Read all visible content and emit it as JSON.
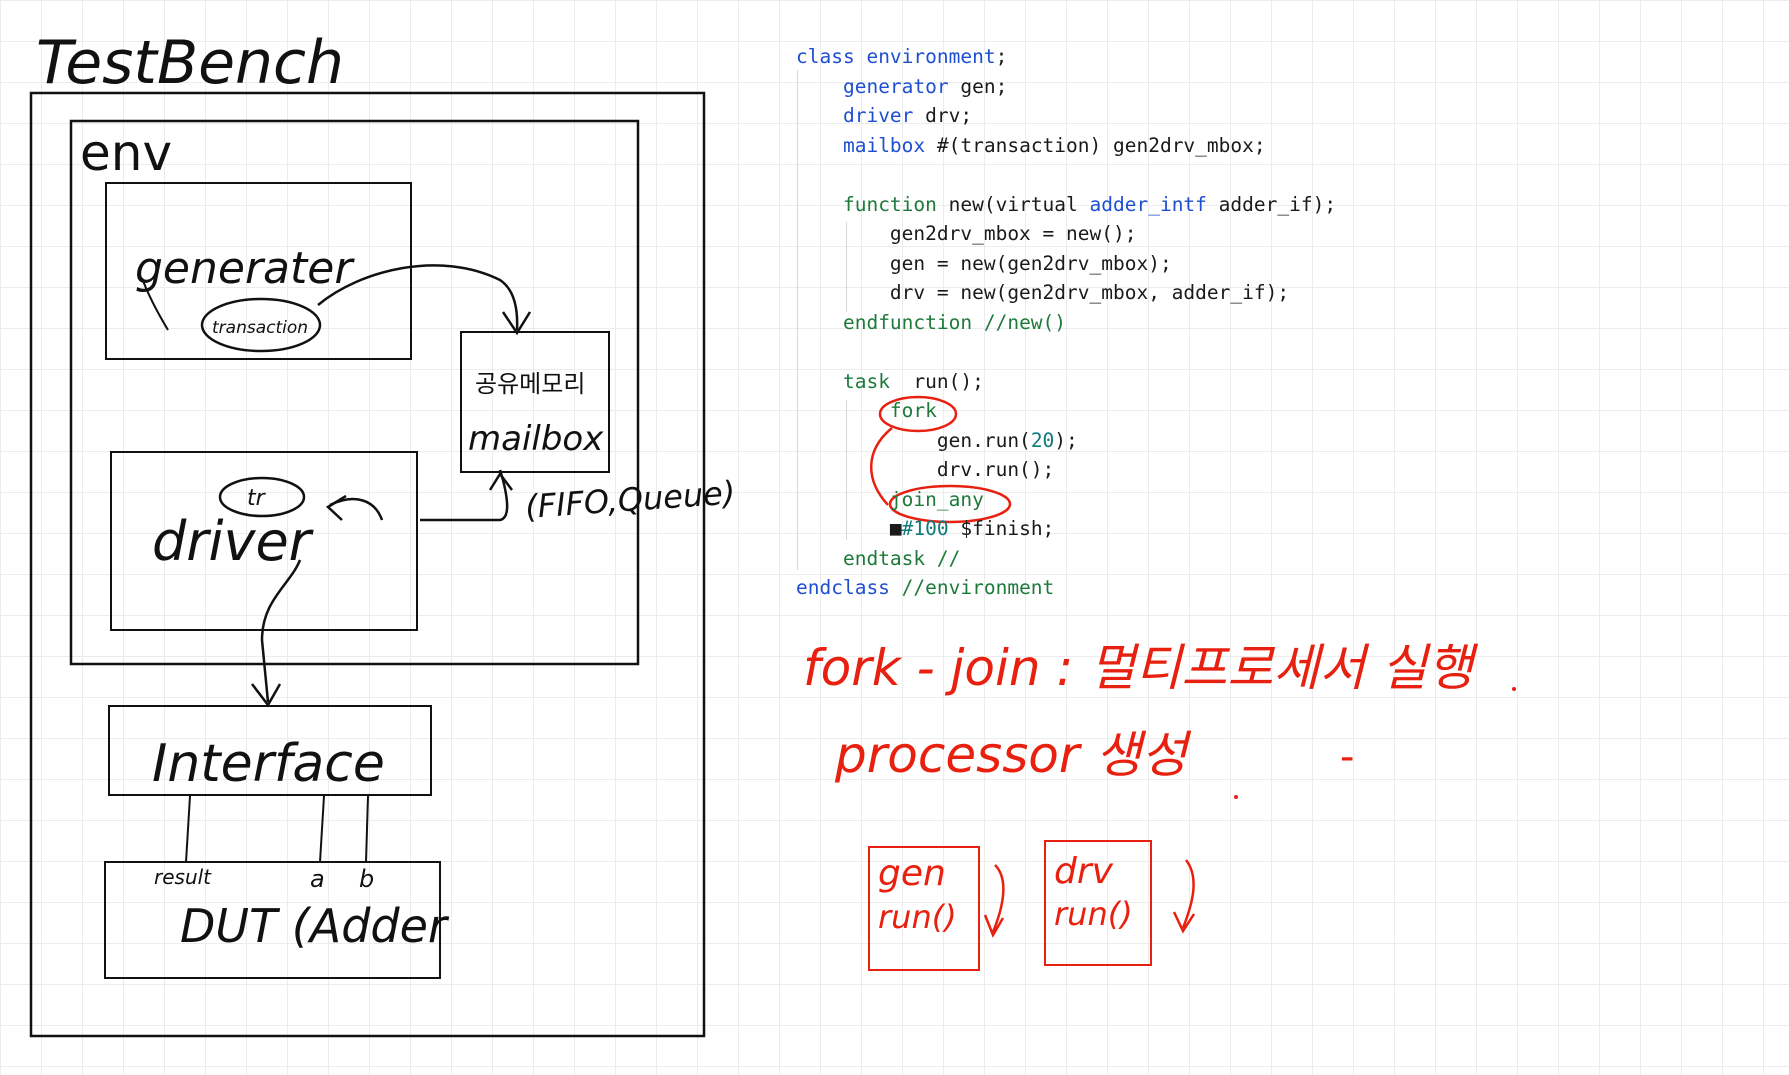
{
  "diagram": {
    "title": "TestBench",
    "env_label": "env",
    "generator_label": "generater",
    "transaction_label": "transaction",
    "mailbox_label_top": "공유메모리",
    "mailbox_label": "mailbox",
    "mailbox_note": "(FIFO,Queue)",
    "driver_label": "driver",
    "driver_tr_label": "tr",
    "interface_label": "Interface",
    "dut_label": "DUT (Adder",
    "result_label": "result",
    "a_label": "a",
    "b_label": "b"
  },
  "code": {
    "lines": [
      [
        {
          "t": "class ",
          "c": "kw"
        },
        {
          "t": "environment",
          "c": "ty"
        },
        {
          "t": ";",
          "c": ""
        }
      ],
      [
        {
          "t": "    ",
          "c": ""
        },
        {
          "t": "generator",
          "c": "ty"
        },
        {
          "t": " gen;",
          "c": ""
        }
      ],
      [
        {
          "t": "    ",
          "c": ""
        },
        {
          "t": "driver",
          "c": "ty"
        },
        {
          "t": " drv;",
          "c": ""
        }
      ],
      [
        {
          "t": "    ",
          "c": ""
        },
        {
          "t": "mailbox",
          "c": "ty"
        },
        {
          "t": " #(transaction) gen2drv_mbox;",
          "c": ""
        }
      ],
      [
        {
          "t": "",
          "c": ""
        }
      ],
      [
        {
          "t": "    ",
          "c": ""
        },
        {
          "t": "function",
          "c": "cm"
        },
        {
          "t": " new(virtual ",
          "c": ""
        },
        {
          "t": "adder_intf",
          "c": "ty"
        },
        {
          "t": " adder_if);",
          "c": ""
        }
      ],
      [
        {
          "t": "        gen2drv_mbox = new();",
          "c": ""
        }
      ],
      [
        {
          "t": "        gen = new(gen2drv_mbox);",
          "c": ""
        }
      ],
      [
        {
          "t": "        drv = new(gen2drv_mbox, adder_if);",
          "c": ""
        }
      ],
      [
        {
          "t": "    ",
          "c": ""
        },
        {
          "t": "endfunction //new()",
          "c": "cm"
        }
      ],
      [
        {
          "t": "",
          "c": ""
        }
      ],
      [
        {
          "t": "    ",
          "c": ""
        },
        {
          "t": "task",
          "c": "cm"
        },
        {
          "t": "  run();",
          "c": ""
        }
      ],
      [
        {
          "t": "        ",
          "c": ""
        },
        {
          "t": "fork",
          "c": "cm"
        }
      ],
      [
        {
          "t": "            gen.run(",
          "c": ""
        },
        {
          "t": "20",
          "c": "num"
        },
        {
          "t": ");",
          "c": ""
        }
      ],
      [
        {
          "t": "            drv.run();",
          "c": ""
        }
      ],
      [
        {
          "t": "        ",
          "c": ""
        },
        {
          "t": "join_any",
          "c": "cm"
        }
      ],
      [
        {
          "t": "        ■",
          "c": ""
        },
        {
          "t": "#100",
          "c": "num"
        },
        {
          "t": " $finish;",
          "c": ""
        }
      ],
      [
        {
          "t": "    ",
          "c": ""
        },
        {
          "t": "endtask //",
          "c": "cm"
        }
      ],
      [
        {
          "t": "endclass ",
          "c": "kw"
        },
        {
          "t": "//environment",
          "c": "cm"
        }
      ]
    ]
  },
  "notes": {
    "line1": "fork - join : 멀티프로세서 실행",
    "line2": "processor 생성",
    "dash": "-",
    "box1_line1": "gen",
    "box1_line2": "run()",
    "box2_line1": "drv",
    "box2_line2": "run()"
  },
  "colors": {
    "ink": "#111111",
    "red_ink": "#e8200f",
    "keyword": "#1f4fd1",
    "comment": "#1d7a3a",
    "number": "#0f7a7a"
  }
}
